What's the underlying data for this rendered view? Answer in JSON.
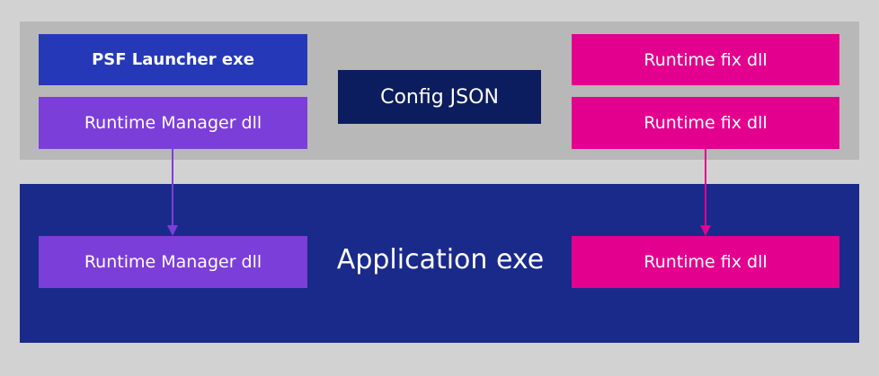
{
  "diagram": {
    "launcher": "PSF Launcher exe",
    "runtime_manager_top": "Runtime Manager dll",
    "config": "Config JSON",
    "runtime_fix_1": "Runtime fix dll",
    "runtime_fix_2": "Runtime fix dll",
    "application": "Application exe",
    "runtime_manager_bottom": "Runtime Manager dll",
    "runtime_fix_3": "Runtime fix dll"
  },
  "colors": {
    "background": "#d2d2d2",
    "top_panel": "#b8b8b8",
    "app_panel": "#1a2a8a",
    "launcher": "#2539b8",
    "runtime_manager": "#7c3ed8",
    "config": "#0b1d5e",
    "runtime_fix": "#e4008e"
  }
}
